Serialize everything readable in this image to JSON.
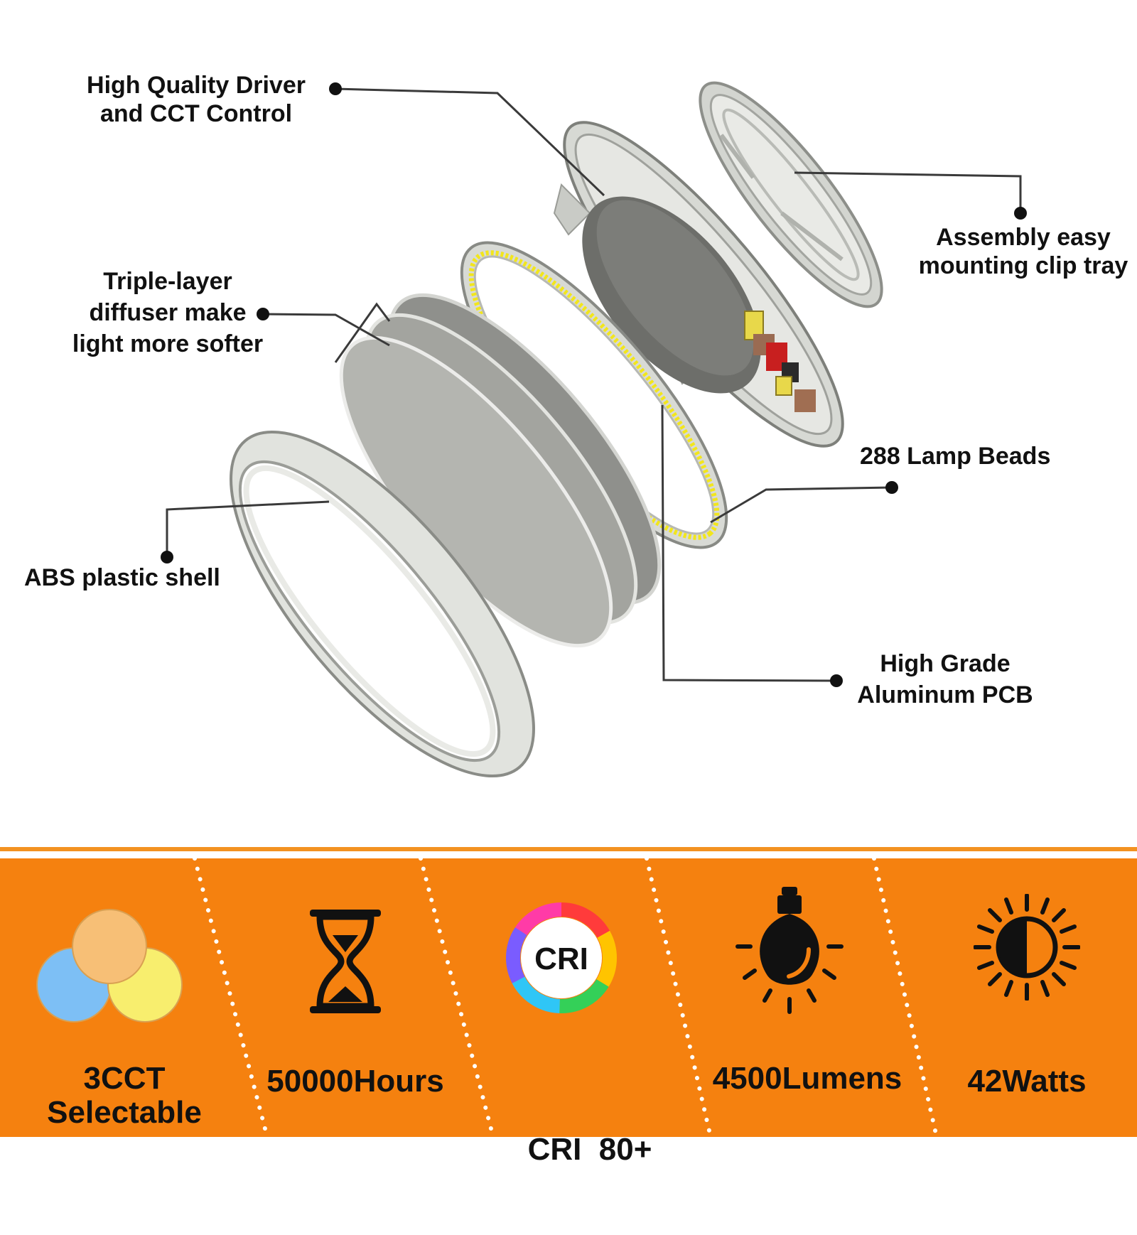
{
  "callouts": {
    "driver": [
      "High Quality Driver",
      "and CCT Control"
    ],
    "clip_tray": [
      "Assembly easy",
      "mounting clip tray"
    ],
    "diffuser": [
      "Triple-layer",
      "diffuser make",
      "light more softer"
    ],
    "lamp_beads": [
      "288 Lamp Beads"
    ],
    "shell": [
      "ABS plastic shell"
    ],
    "pcb": [
      "High Grade",
      "Aluminum PCB"
    ]
  },
  "features": [
    {
      "icon": "three-color-circles-icon",
      "label": [
        "3CCT",
        "Selectable"
      ]
    },
    {
      "icon": "hourglass-icon",
      "label": [
        "50000Hours"
      ]
    },
    {
      "icon": "cri-ring-icon",
      "label": [
        "CRI  80+"
      ],
      "icon_text": "CRI"
    },
    {
      "icon": "light-bulb-icon",
      "label": [
        "4500Lumens"
      ]
    },
    {
      "icon": "sun-brightness-icon",
      "label": [
        "42Watts"
      ]
    }
  ],
  "colors": {
    "band": "#f5810f",
    "divider": "#f39221",
    "led_yellow": "#f2e61c",
    "circle_blue": "#7dbff5",
    "circle_orange": "#f7bf76",
    "circle_yellow": "#f8ee6e"
  }
}
